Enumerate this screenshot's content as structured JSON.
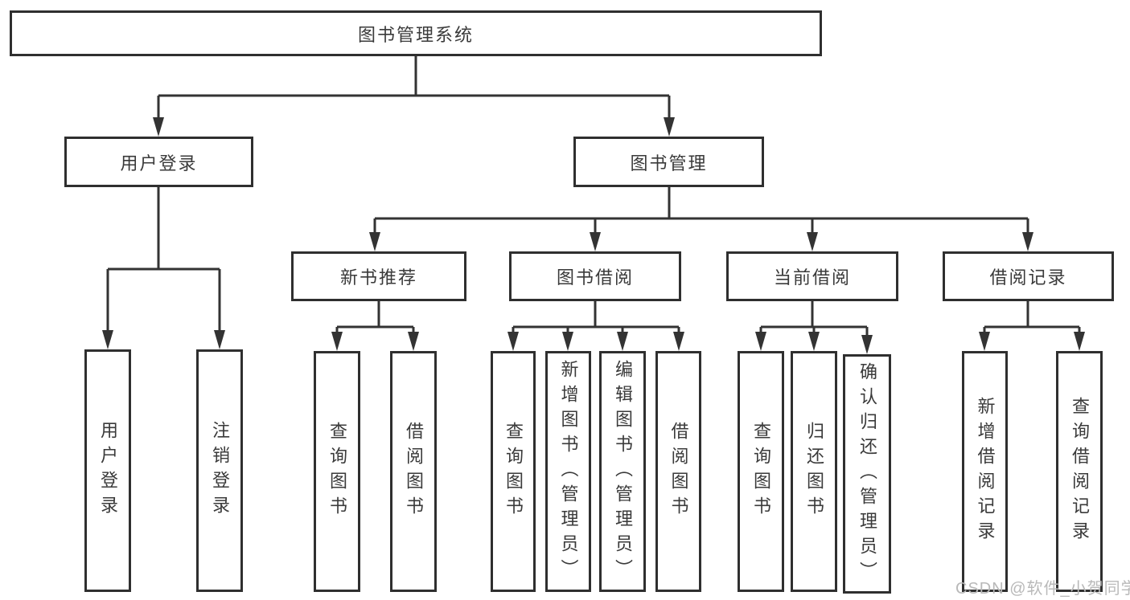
{
  "tree": {
    "root": {
      "label": "图书管理系统"
    },
    "children": [
      {
        "label": "用户登录",
        "children": [
          {
            "label": "用户登录"
          },
          {
            "label": "注销登录"
          }
        ]
      },
      {
        "label": "图书管理",
        "children": [
          {
            "label": "新书推荐",
            "children": [
              {
                "label": "查询图书"
              },
              {
                "label": "借阅图书"
              }
            ]
          },
          {
            "label": "图书借阅",
            "children": [
              {
                "label": "查询图书"
              },
              {
                "label": "新增图书（管理员）"
              },
              {
                "label": "编辑图书（管理员）"
              },
              {
                "label": "借阅图书"
              }
            ]
          },
          {
            "label": "当前借阅",
            "children": [
              {
                "label": "查询图书"
              },
              {
                "label": "归还图书"
              },
              {
                "label": "确认归还（管理员）"
              }
            ]
          },
          {
            "label": "借阅记录",
            "children": [
              {
                "label": "新增借阅记录"
              },
              {
                "label": "查询借阅记录"
              }
            ]
          }
        ]
      }
    ]
  },
  "watermark": {
    "text": "CSDN @软件_小贺同学",
    "color": "#b9b9b9"
  },
  "colors": {
    "line": "#333333",
    "border": "#2f2f2f",
    "text": "#3a3a3a",
    "background": "#ffffff"
  }
}
